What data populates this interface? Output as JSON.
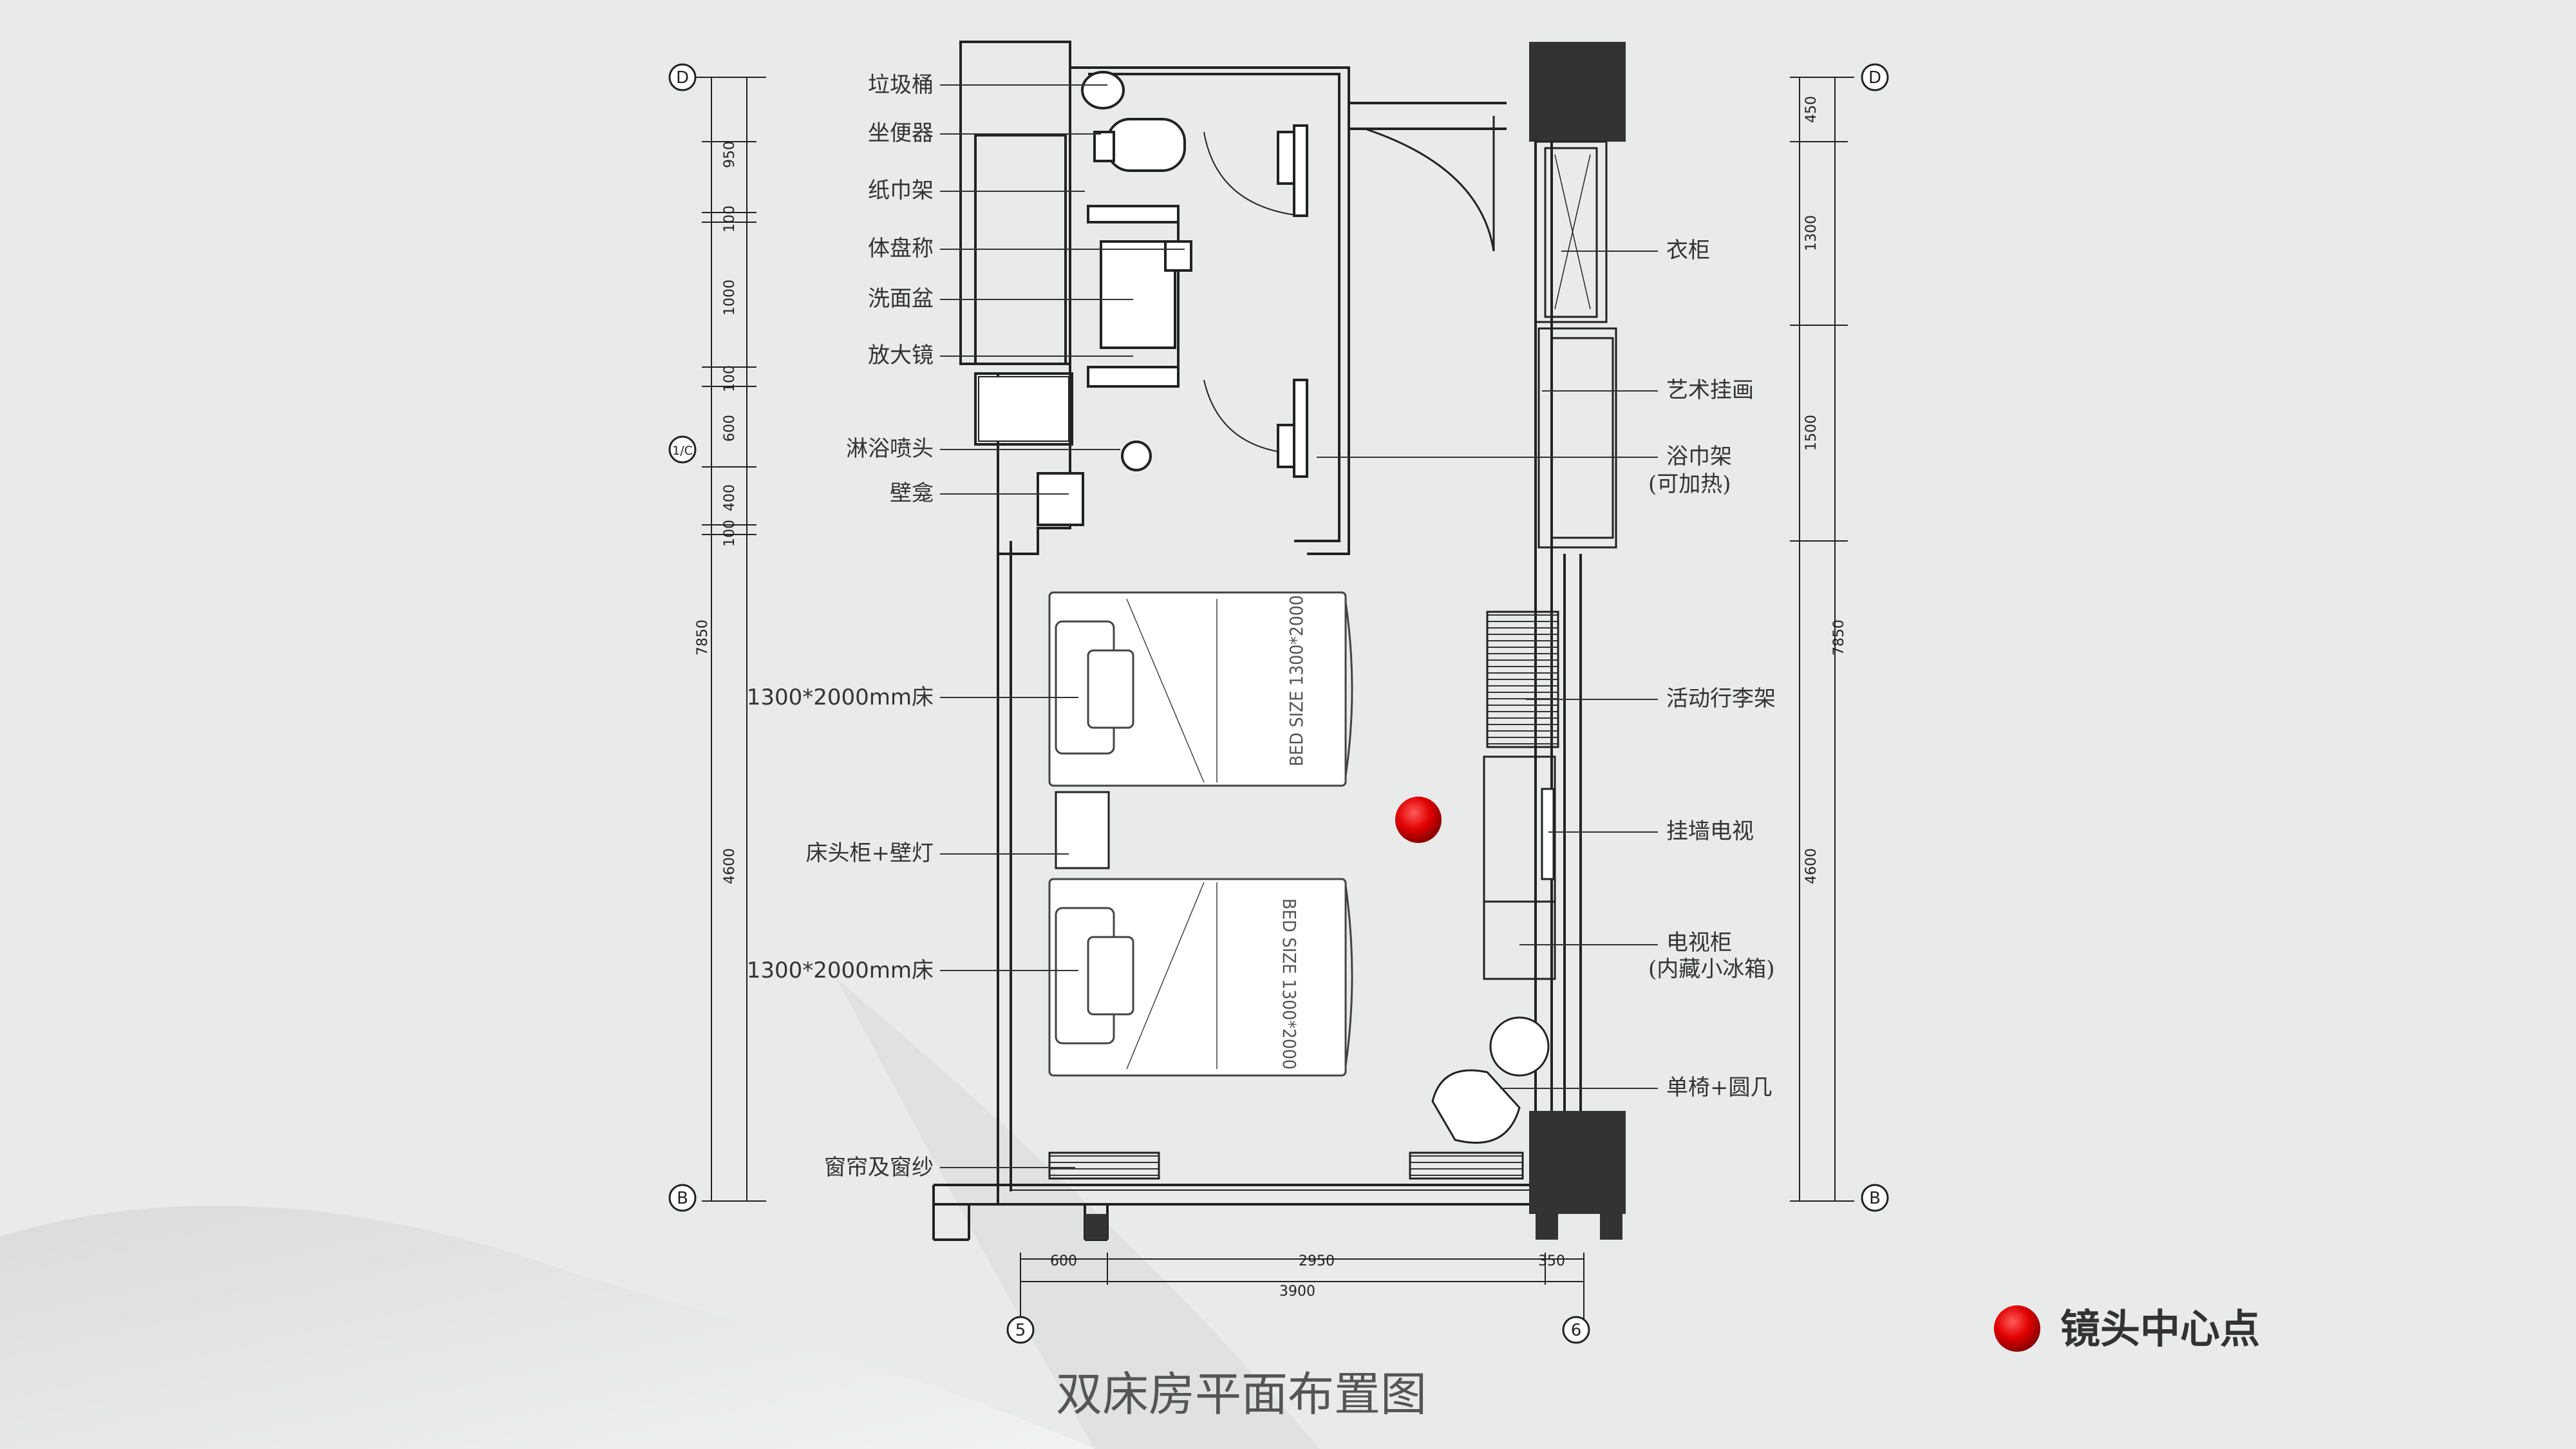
{
  "title": "双床房平面布置图",
  "legend": {
    "label": "镜头中心点",
    "color": "#d40000"
  },
  "labels_left": [
    "垃圾桶",
    "坐便器",
    "纸巾架",
    "体盘称",
    "洗面盆",
    "放大镜",
    "淋浴喷头",
    "壁龛",
    "1300*2000mm床",
    "床头柜+壁灯",
    "1300*2000mm床",
    "窗帘及窗纱"
  ],
  "labels_right": [
    "衣柜",
    "艺术挂画",
    "浴巾架",
    "(可加热)",
    "活动行李架",
    "挂墙电视",
    "电视柜",
    "(内藏小冰箱)",
    "单椅+圆几"
  ],
  "dims_left": [
    "950",
    "100",
    "1000",
    "100",
    "600",
    "400",
    "100",
    "7850",
    "4600"
  ],
  "dims_right": [
    "450",
    "1300",
    "1500",
    "7850",
    "4600"
  ],
  "dims_bottom": [
    "600",
    "2950",
    "350",
    "3900"
  ],
  "grid_left": [
    "D",
    "1/C",
    "B"
  ],
  "grid_right": [
    "D",
    "B"
  ],
  "grid_bottom": [
    "5",
    "6"
  ],
  "bed_size_top": "BED SIZE 1300*2000",
  "bed_size_bottom": "BED SIZE 1300*2000"
}
